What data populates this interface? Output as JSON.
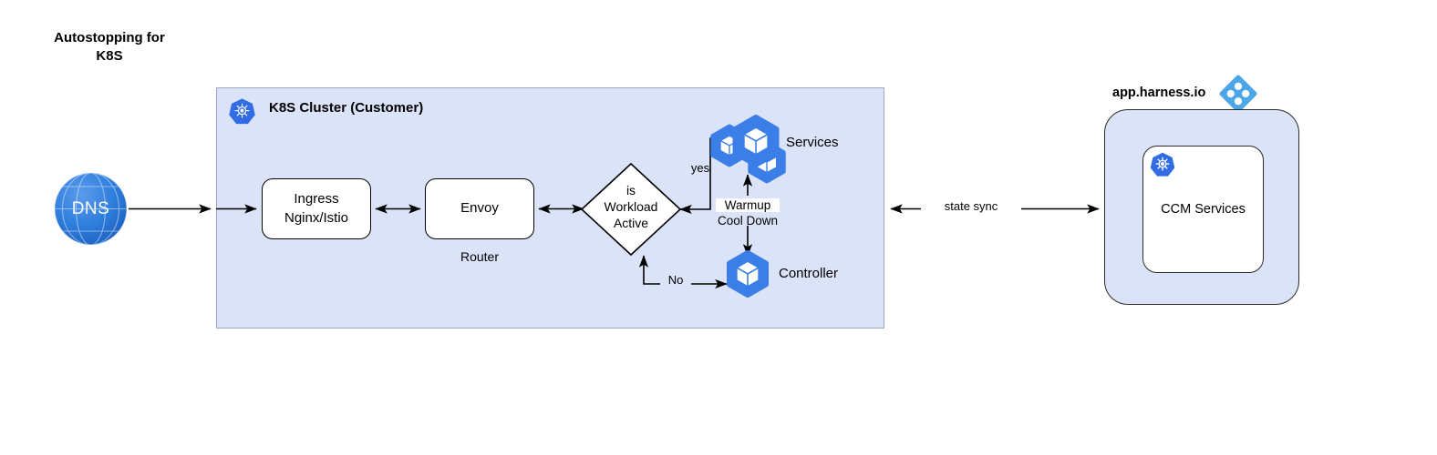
{
  "diagram": {
    "title": "Autostopping for\nK8S",
    "background_color": "#ffffff",
    "cluster_fill": "#dae3f7",
    "k8s_blue": "#326ce5",
    "harness_blue": "#4da6e8"
  },
  "cluster": {
    "title": "K8S Cluster (Customer)",
    "icon": "kubernetes-icon"
  },
  "nodes": {
    "dns": {
      "label": "DNS",
      "icon": "dns-globe-icon"
    },
    "ingress": {
      "label": "Ingress\nNginx/Istio"
    },
    "envoy": {
      "label": "Envoy",
      "sublabel": "Router"
    },
    "decision": {
      "label": "is\nWorkload\nActive"
    },
    "services": {
      "label": "Services",
      "icon": "kubernetes-pods-icon"
    },
    "controller": {
      "label": "Controller",
      "icon": "kubernetes-pod-icon"
    }
  },
  "edges": {
    "yes": "yes",
    "no": "No",
    "warmup": "Warmup",
    "cooldown": "Cool Down",
    "state_sync": "state sync"
  },
  "harness": {
    "title": "app.harness.io",
    "logo": "harness-logo-icon",
    "cloud_icon": "gcp-hexagon-icon",
    "inner": {
      "label": "CCM Services",
      "icon": "kubernetes-icon"
    }
  }
}
